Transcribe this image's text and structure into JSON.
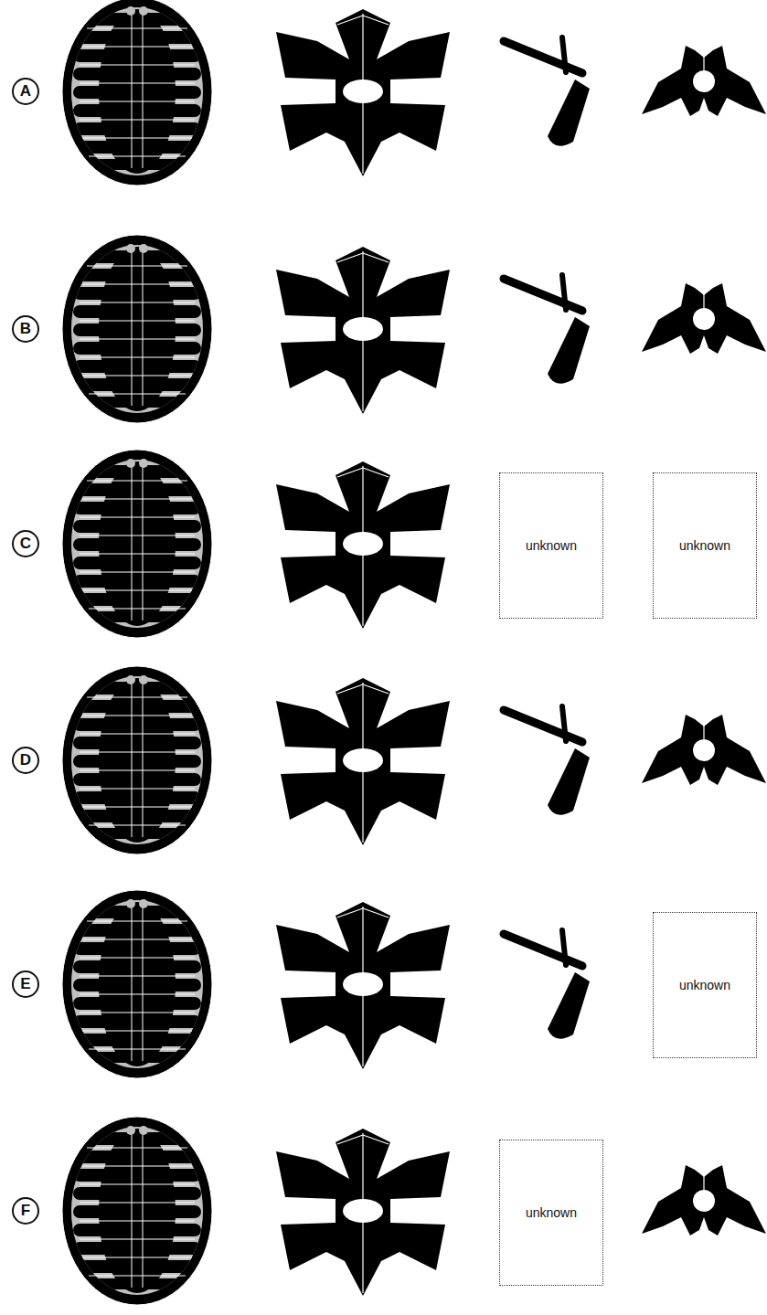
{
  "diagram": {
    "nodes": [
      {
        "text": [
          "A"
        ]
      },
      {
        "text": [
          "B"
        ]
      },
      {
        "text": [
          "C"
        ]
      },
      {
        "text": [
          "unknown"
        ]
      },
      {
        "text": [
          "unknown"
        ]
      },
      {
        "text": [
          "D"
        ]
      },
      {
        "text": [
          "E"
        ]
      },
      {
        "text": [
          "unknown"
        ]
      },
      {
        "text": [
          "F"
        ]
      },
      {
        "text": [
          "unknown"
        ]
      }
    ]
  }
}
